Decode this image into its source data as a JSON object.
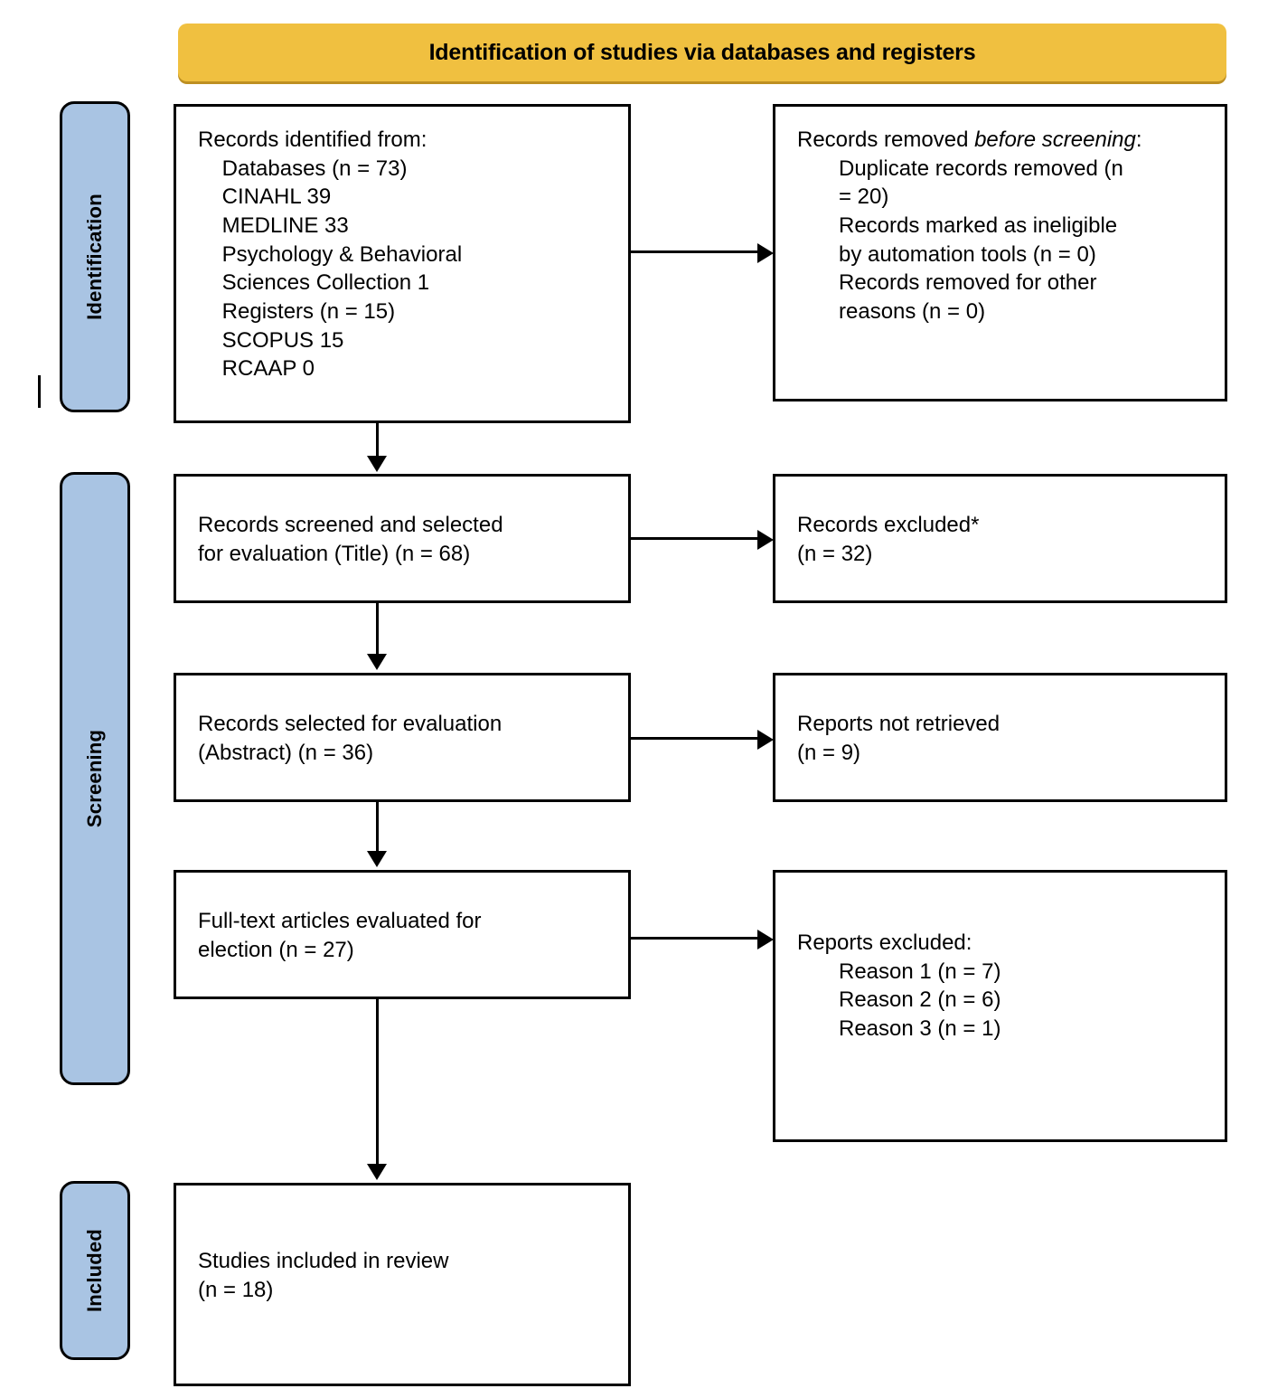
{
  "header": {
    "title": "Identification of studies via databases and registers",
    "background_color": "#F0C040",
    "shadow_color": "#BD8F22"
  },
  "stages": {
    "accent_color": "#A9C4E3",
    "items": [
      {
        "id": "identification",
        "label": "Identification"
      },
      {
        "id": "screening",
        "label": "Screening"
      },
      {
        "id": "included",
        "label": "Included"
      }
    ]
  },
  "boxes": {
    "identified": {
      "title": "Records identified from:",
      "lines": [
        "Databases (n = 73)",
        "CINAHL 39",
        "MEDLINE 33",
        "Psychology & Behavioral",
        "Sciences Collection 1",
        "Registers (n = 15)",
        "SCOPUS 15",
        "RCAAP 0"
      ],
      "text": "Records identified from:\n    Databases (n = 73)\n    CINAHL 39\n    MEDLINE 33\n    Psychology & Behavioral\n    Sciences Collection 1\n    Registers (n = 15)\n    SCOPUS 15\n    RCAAP 0"
    },
    "removed_before_screening": {
      "title_prefix": "Records removed ",
      "title_italic": "before screening",
      "title_suffix": ":",
      "lines": [
        "Duplicate records removed (n",
        "= 20)",
        "Records marked as ineligible",
        "by automation tools (n = 0)",
        "Records removed for other",
        "reasons (n = 0)"
      ]
    },
    "screened": {
      "text": "Records screened and selected\nfor evaluation (Title) (n = 68)"
    },
    "excluded": {
      "text": "Records excluded*\n(n = 32)"
    },
    "abstract": {
      "text": "Records selected for evaluation\n(Abstract) (n = 36)"
    },
    "not_retrieved": {
      "text": "Reports not retrieved\n(n = 9)"
    },
    "full_text": {
      "text": "Full-text articles evaluated for\nelection (n = 27)"
    },
    "reports_excluded": {
      "title": "Reports excluded:",
      "lines": [
        "Reason 1 (n = 7)",
        "Reason 2 (n = 6)",
        "Reason 3 (n = 1)"
      ]
    },
    "included": {
      "text": "Studies included in review\n(n = 18)"
    }
  },
  "connectors": {
    "horizontal_count": 4,
    "vertical_count": 4,
    "color": "#000000"
  },
  "chart_data": {
    "type": "diagram",
    "title": "Identification of studies via databases and registers",
    "nodes": [
      {
        "id": "identified",
        "stage": "Identification",
        "counts": {
          "databases": 73,
          "CINAHL": 39,
          "MEDLINE": 33,
          "Psychology & Behavioral Sciences Collection": 1,
          "registers": 15,
          "SCOPUS": 15,
          "RCAAP": 0
        }
      },
      {
        "id": "removed_before_screening",
        "stage": "Identification",
        "counts": {
          "duplicates_removed": 20,
          "ineligible_by_automation": 0,
          "removed_other_reasons": 0
        }
      },
      {
        "id": "screened_title",
        "stage": "Screening",
        "counts": {
          "n": 68
        }
      },
      {
        "id": "excluded_title",
        "stage": "Screening",
        "counts": {
          "n": 32
        }
      },
      {
        "id": "screened_abstract",
        "stage": "Screening",
        "counts": {
          "n": 36
        }
      },
      {
        "id": "reports_not_retrieved",
        "stage": "Screening",
        "counts": {
          "n": 9
        }
      },
      {
        "id": "full_text_evaluated",
        "stage": "Screening",
        "counts": {
          "n": 27
        }
      },
      {
        "id": "reports_excluded",
        "stage": "Screening",
        "counts": {
          "reason_1": 7,
          "reason_2": 6,
          "reason_3": 1
        }
      },
      {
        "id": "studies_included",
        "stage": "Included",
        "counts": {
          "n": 18
        }
      }
    ],
    "edges": [
      {
        "from": "identified",
        "to": "removed_before_screening"
      },
      {
        "from": "identified",
        "to": "screened_title"
      },
      {
        "from": "screened_title",
        "to": "excluded_title"
      },
      {
        "from": "screened_title",
        "to": "screened_abstract"
      },
      {
        "from": "screened_abstract",
        "to": "reports_not_retrieved"
      },
      {
        "from": "screened_abstract",
        "to": "full_text_evaluated"
      },
      {
        "from": "full_text_evaluated",
        "to": "reports_excluded"
      },
      {
        "from": "full_text_evaluated",
        "to": "studies_included"
      }
    ]
  }
}
